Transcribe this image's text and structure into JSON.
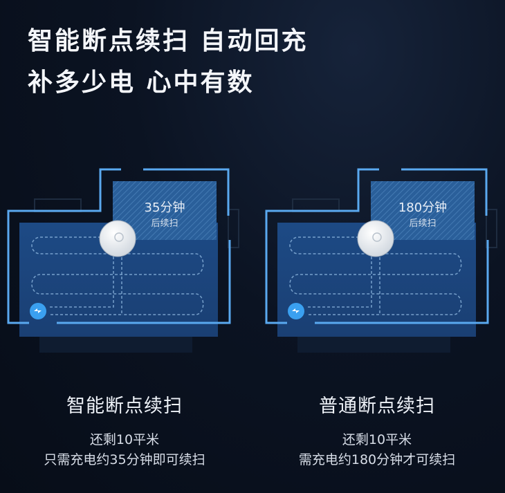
{
  "headline": {
    "line1": "智能断点续扫  自动回充",
    "line2": "补多少电  心中有数"
  },
  "panels": [
    {
      "room_time": "35分钟",
      "room_note": "后续扫",
      "title": "智能断点续扫",
      "line1": "还剩10平米",
      "line2": "只需充电约35分钟即可续扫"
    },
    {
      "room_time": "180分钟",
      "room_note": "后续扫",
      "title": "普通断点续扫",
      "line1": "还剩10平米",
      "line2": "需充电约180分钟才可续扫"
    }
  ],
  "colors": {
    "outline": "#5aa9f0",
    "room": "#1f4f8c",
    "charger": "#3aa0f0"
  }
}
